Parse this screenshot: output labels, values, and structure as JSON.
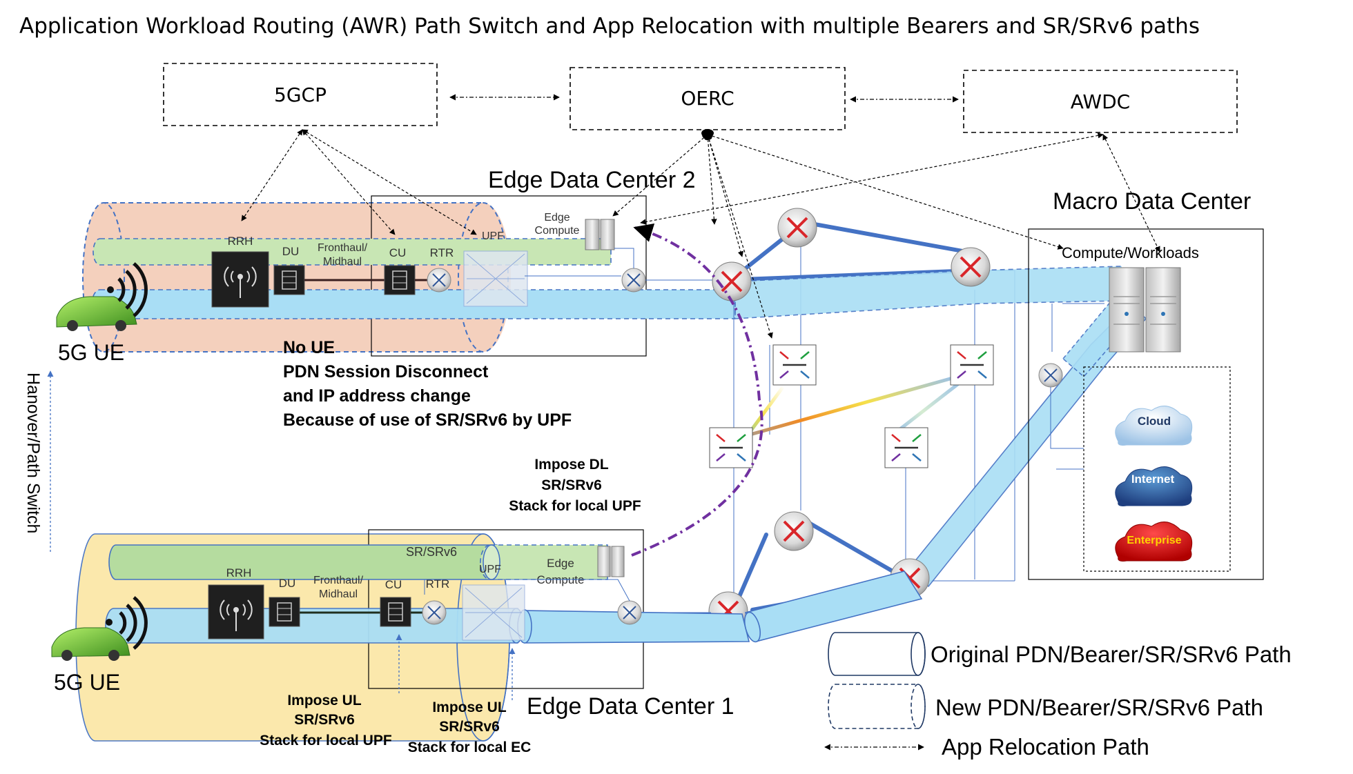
{
  "title": "Application Workload Routing (AWR) Path Switch and App Relocation with multiple Bearers and SR/SRv6 paths",
  "controllers": {
    "fivegcp": "5GCP",
    "oerc": "OERC",
    "awdc": "AWDC"
  },
  "edge_dc2": {
    "label": "Edge Data Center 2",
    "rrh": "RRH",
    "du": "DU",
    "fronthaul_line1": "Fronthaul/",
    "fronthaul_line2": "Midhaul",
    "cu": "CU",
    "rtr": "RTR",
    "upf": "UPF",
    "edge_line1": "Edge",
    "edge_line2": "Compute"
  },
  "edge_dc1": {
    "label": "Edge Data Center 1",
    "rrh": "RRH",
    "du": "DU",
    "fronthaul_line1": "Fronthaul/",
    "fronthaul_line2": "Midhaul",
    "cu": "CU",
    "rtr": "RTR",
    "upf": "UPF",
    "srv6": "SR/SRv6",
    "edge_line1": "Edge",
    "edge_line2": "Compute"
  },
  "macro_dc": {
    "label": "Macro Data Center",
    "compute": "Compute/Workloads",
    "cloud": "Cloud",
    "internet": "Internet",
    "enterprise": "Enterprise"
  },
  "ue_top": "5G UE",
  "ue_bottom": "5G UE",
  "handover": "Hanover/Path Switch",
  "note": {
    "line1": "No UE",
    "line2": "PDN Session Disconnect",
    "line3": "and IP address change",
    "line4": "Because of use of SR/SRv6 by UPF"
  },
  "impose_dl": {
    "line1": "Impose DL",
    "line2": "SR/SRv6",
    "line3": "Stack for local UPF"
  },
  "impose_ul_upf": {
    "line1": "Impose UL",
    "line2": "SR/SRv6",
    "line3": "Stack for local UPF"
  },
  "impose_ul_ec": {
    "line1": "Impose UL",
    "line2": "SR/SRv6",
    "line3": "Stack for local EC"
  },
  "legend": {
    "original": "Original PDN/Bearer/SR/SRv6 Path",
    "new": "New PDN/Bearer/SR/SRv6 Path",
    "relocation": "App Relocation Path"
  },
  "colors": {
    "tube_blue": "#a9def5",
    "tube_green": "#c8e6b4",
    "dc2_bg": "#f3cbb6",
    "dc1_bg": "#fbe7a8",
    "router_red": "#d9262a",
    "link_blue": "#4472c4",
    "purple": "#7030a0"
  }
}
